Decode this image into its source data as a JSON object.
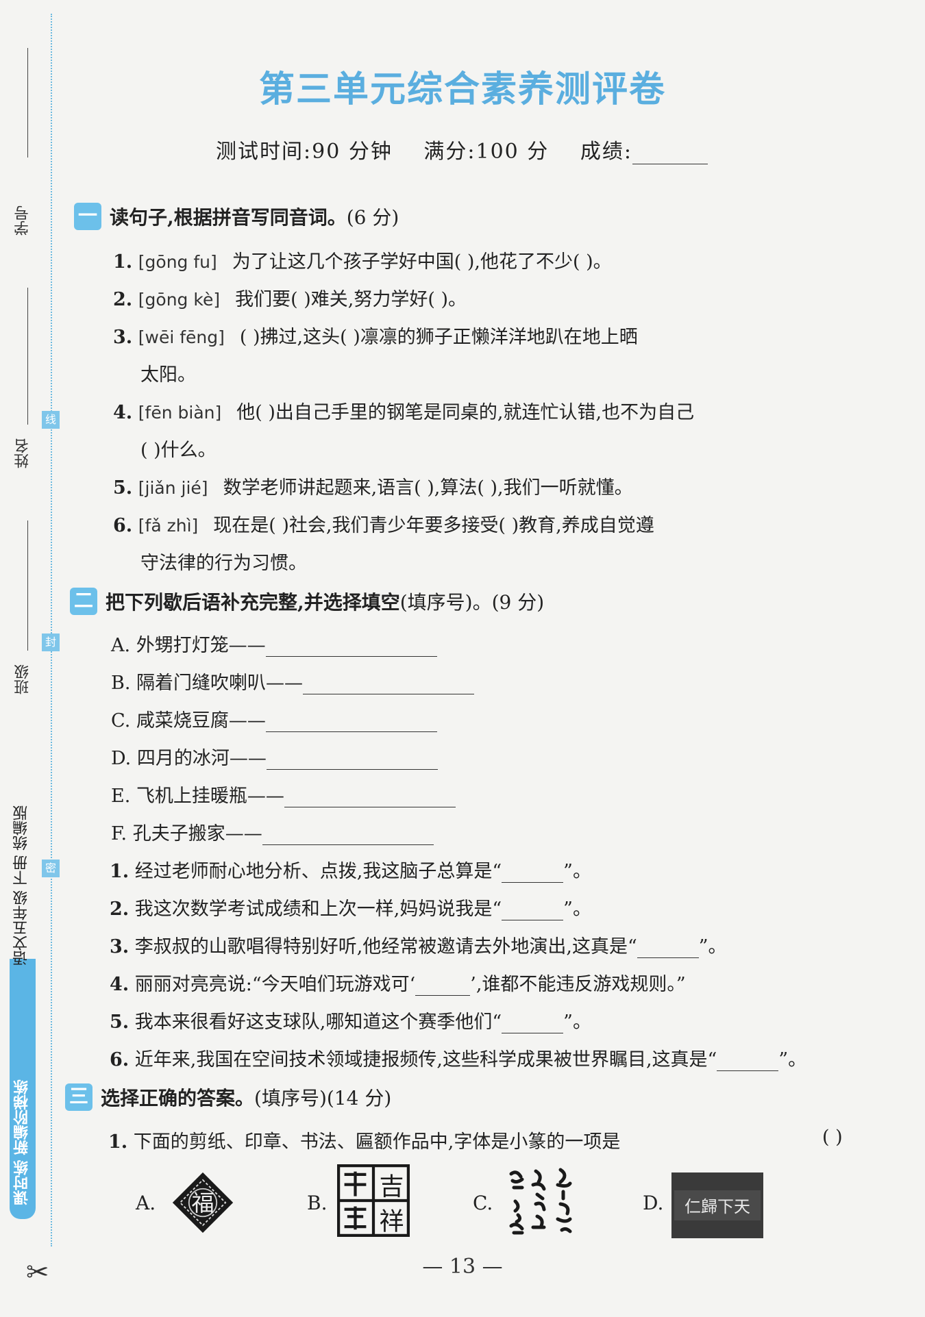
{
  "margin": {
    "student_no_label": "学号",
    "name_label": "姓名",
    "class_label": "班级",
    "cut_tags": [
      "线",
      "封",
      "密"
    ],
    "brand_text": "语文五年级 下册 统编版",
    "brand_text_blue": "课时练 新编阶梯练"
  },
  "header": {
    "title": "第三单元综合素养测评卷",
    "time_label": "测试时间:90 分钟",
    "full_score_label": "满分:100 分",
    "score_label": "成绩:"
  },
  "section1": {
    "badge": "一",
    "title": "读句子,根据拼音写同音词。",
    "points": "(6 分)",
    "items": [
      {
        "num": "1.",
        "pinyin": "[gōng fu]",
        "text": "为了让这几个孩子学好中国(          ),他花了不少(          )。"
      },
      {
        "num": "2.",
        "pinyin": "[gōng kè]",
        "text": "我们要(          )难关,努力学好(          )。"
      },
      {
        "num": "3.",
        "pinyin": "[wēi fēng]",
        "text": "(          )拂过,这头(          )凛凛的狮子正懒洋洋地趴在地上晒",
        "cont": "太阳。"
      },
      {
        "num": "4.",
        "pinyin": "[fēn biàn]",
        "text": "他(          )出自己手里的钢笔是同桌的,就连忙认错,也不为自己",
        "cont": "(          )什么。"
      },
      {
        "num": "5.",
        "pinyin": "[jiǎn jié]",
        "text": "数学老师讲起题来,语言(          ),算法(          ),我们一听就懂。"
      },
      {
        "num": "6.",
        "pinyin": "[fǎ zhì]",
        "text": "现在是(          )社会,我们青少年要多接受(          )教育,养成自觉遵",
        "cont": "守法律的行为习惯。"
      }
    ]
  },
  "section2": {
    "badge": "二",
    "title": "把下列歇后语补充完整,并选择填空",
    "sub": "(填序号)。(9 分)",
    "options": [
      {
        "label": "A.",
        "text": "外甥打灯笼——"
      },
      {
        "label": "B.",
        "text": "隔着门缝吹喇叭——"
      },
      {
        "label": "C.",
        "text": "咸菜烧豆腐——"
      },
      {
        "label": "D.",
        "text": "四月的冰河——"
      },
      {
        "label": "E.",
        "text": "飞机上挂暖瓶——"
      },
      {
        "label": "F.",
        "text": "孔夫子搬家——"
      }
    ],
    "items": [
      {
        "num": "1.",
        "before": "经过老师耐心地分析、点拨,我这脑子总算是“",
        "after": "”。"
      },
      {
        "num": "2.",
        "before": "我这次数学考试成绩和上次一样,妈妈说我是“",
        "after": "”。"
      },
      {
        "num": "3.",
        "before": "李叔叔的山歌唱得特别好听,他经常被邀请去外地演出,这真是“",
        "after": "”。"
      },
      {
        "num": "4.",
        "before": "丽丽对亮亮说:“今天咱们玩游戏可‘",
        "after": "’,谁都不能违反游戏规则。”"
      },
      {
        "num": "5.",
        "before": "我本来很看好这支球队,哪知道这个赛季他们“",
        "after": "”。"
      },
      {
        "num": "6.",
        "before": "近年来,我国在空间技术领域捷报频传,这些科学成果被世界瞩目,这真是“",
        "after": "”。"
      }
    ]
  },
  "section3": {
    "badge": "三",
    "title": "选择正确的答案。",
    "sub": "(填序号)(14 分)",
    "q1": {
      "num": "1.",
      "text": "下面的剪纸、印章、书法、匾额作品中,字体是小篆的一项是",
      "answer": "(      )"
    },
    "choices": {
      "a": "A.",
      "b": "B.",
      "c": "C.",
      "d": "D."
    },
    "img_a_text": "福",
    "img_b_text": [
      "吉",
      "祥"
    ],
    "img_d_text": "仁歸下天"
  },
  "footer": {
    "page": "— 13 —"
  }
}
